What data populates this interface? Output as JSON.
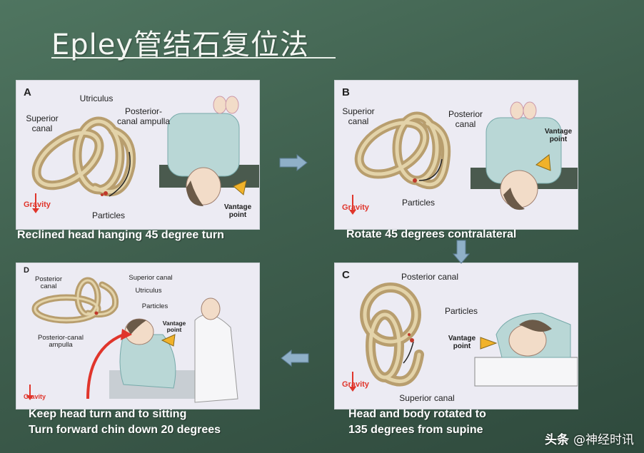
{
  "slide": {
    "title": "Epley管结石复位法"
  },
  "panels": {
    "a": {
      "letter": "A",
      "utriculus": "Utriculus",
      "superior": "Superior\ncanal",
      "posterior": "Posterior-\ncanal ampulla",
      "particles": "Particles",
      "gravity": "Gravity",
      "vantage": "Vantage\npoint",
      "caption": "Reclined head hanging 45 degree turn"
    },
    "b": {
      "letter": "B",
      "superior": "Superior\ncanal",
      "posterior": "Posterior\ncanal",
      "particles": "Particles",
      "gravity": "Gravity",
      "vantage": "Vantage\npoint",
      "caption": "Rotate 45 degrees contralateral"
    },
    "c": {
      "letter": "C",
      "posterior": "Posterior canal",
      "particles": "Particles",
      "vantage": "Vantage\npoint",
      "gravity": "Gravity",
      "superior": "Superior canal",
      "caption_line1": "Head and body rotated to",
      "caption_line2": "135 degrees from supine"
    },
    "d": {
      "letter": "D",
      "posterior": "Posterior\ncanal",
      "superior": "Superior canal",
      "utriculus": "Utriculus",
      "particles": "Particles",
      "ampulla": "Posterior-canal\nampulla",
      "vantage": "Vantage\npoint",
      "gravity": "Gravity",
      "caption_line1": "Keep head turn and to sitting",
      "caption_line2": "Turn forward chin down 20 degrees"
    }
  },
  "arrows": {
    "color": "#8fb0c8",
    "icons": [
      "arrow-right-icon",
      "arrow-down-icon",
      "arrow-left-icon"
    ]
  },
  "watermark": {
    "brand": "头条",
    "handle": "@神经时讯"
  }
}
